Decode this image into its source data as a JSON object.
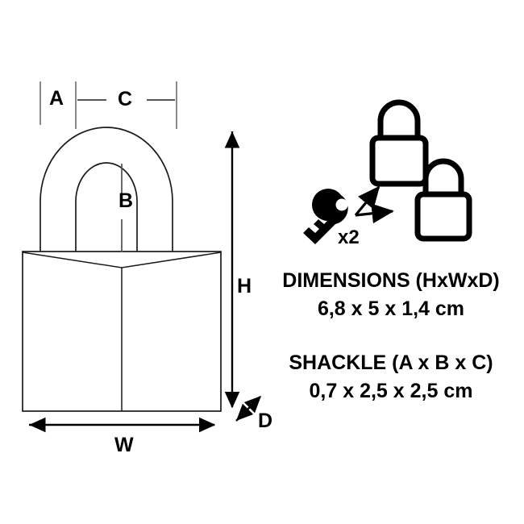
{
  "diagram": {
    "type": "padlock-dimension-diagram",
    "product": "padlock",
    "line_color": "#000000",
    "thin_line_color": "#3a3a3a",
    "background": "#ffffff",
    "dimension_labels": {
      "A": "A",
      "B": "B",
      "C": "C",
      "H": "H",
      "W": "W",
      "D": "D"
    },
    "label_meanings": {
      "A": "shackle thickness / diameter",
      "B": "shackle clearance height",
      "C": "shackle clearance width",
      "H": "overall height",
      "W": "overall width",
      "D": "overall depth"
    }
  },
  "keys": {
    "icon": "key-icon",
    "count_label": "x2",
    "lock_icon_closed_top": "padlock-icon",
    "lock_icon_closed_bottom": "padlock-icon",
    "arrow_up_right": "arrow-icon",
    "arrow_right": "arrow-icon"
  },
  "specs": {
    "dimensions_title": "DIMENSIONS (HxWxD)",
    "dimensions_value": "6,8 x 5 x 1,4 cm",
    "shackle_title": "SHACKLE (A x B x C)",
    "shackle_value": "0,7 x 2,5 x 2,5 cm"
  },
  "measurements": {
    "height_cm": 6.8,
    "width_cm": 5,
    "depth_cm": 1.4,
    "shackle_A_cm": 0.7,
    "shackle_B_cm": 2.5,
    "shackle_C_cm": 2.5,
    "unit": "cm",
    "key_quantity": 2
  }
}
